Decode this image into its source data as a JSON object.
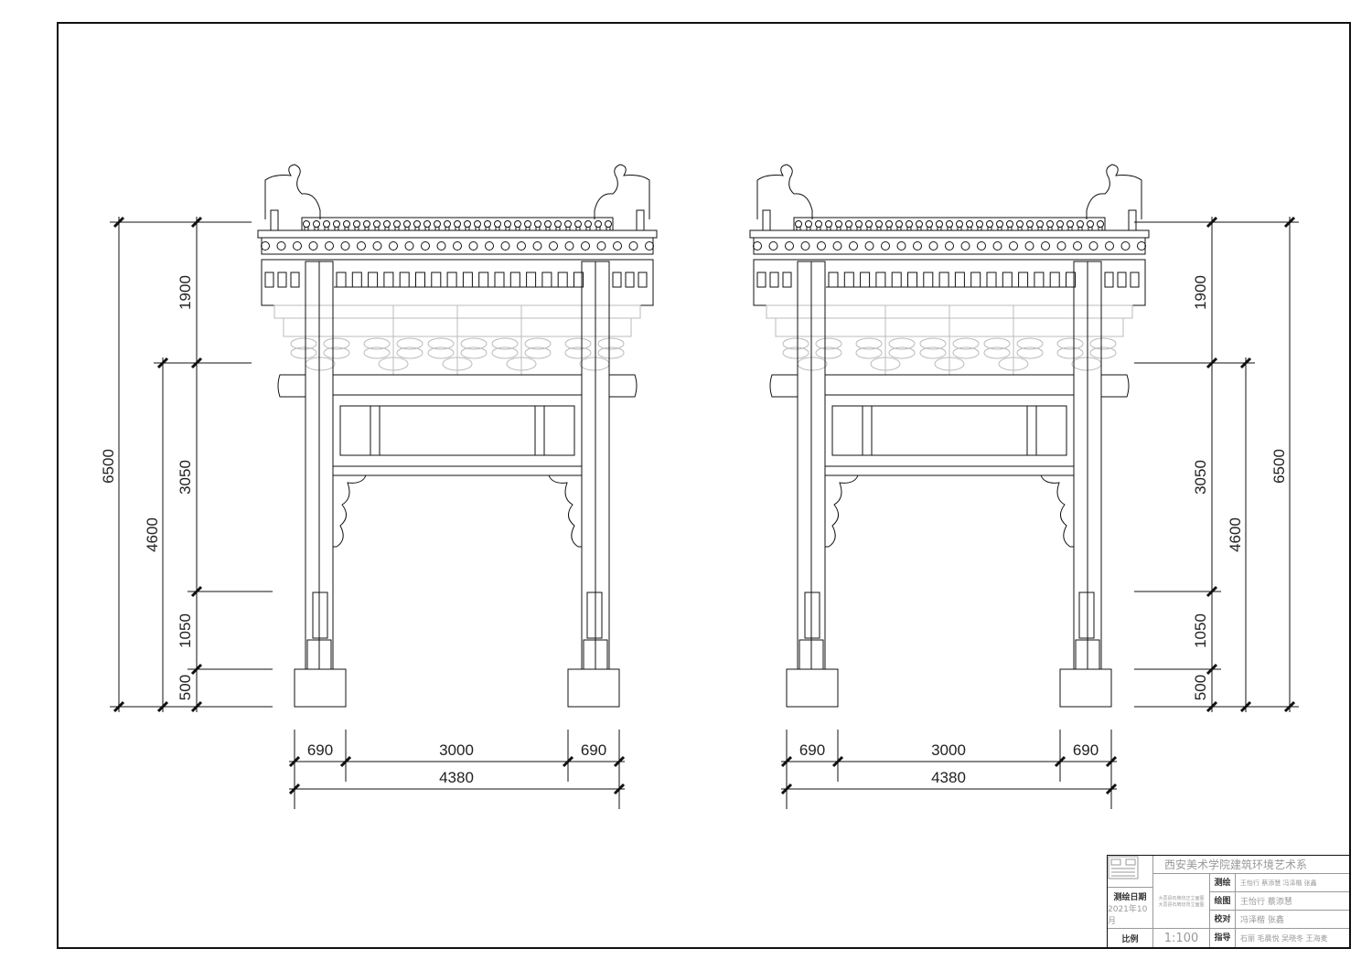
{
  "drawing": {
    "left_elevation": {
      "vertical_dims": {
        "total": "6500",
        "top": "1900",
        "middle": "3050",
        "lower": "1050",
        "base": "500",
        "post": "4600"
      },
      "horizontal_dims": {
        "side_left": "690",
        "center": "3000",
        "side_right": "690",
        "total": "4380"
      }
    },
    "right_elevation": {
      "vertical_dims": {
        "total": "6500",
        "top": "1900",
        "middle": "3050",
        "lower": "1050",
        "base": "500",
        "post": "4600"
      },
      "horizontal_dims": {
        "side_left": "690",
        "center": "3000",
        "side_right": "690",
        "total": "4380"
      }
    }
  },
  "title_block": {
    "institution": "西安美术学院建筑环境艺术系",
    "drawing_names": [
      "大荔县石牌坊正立面图",
      "大荔县石牌坊背立面图"
    ],
    "survey_date_label": "测绘日期",
    "survey_date": "2021年10月",
    "scale_label": "比例",
    "scale": "1:100",
    "rows": [
      {
        "label": "测绘",
        "value": "王怡行  蔡添慧    冯泽楷  张鑫"
      },
      {
        "label": "绘图",
        "value": "王怡行   蔡添慧"
      },
      {
        "label": "校对",
        "value": "冯泽楷    张鑫"
      },
      {
        "label": "指导",
        "value": "石丽 毛晨悦 吴晓冬 王海麦"
      }
    ]
  }
}
